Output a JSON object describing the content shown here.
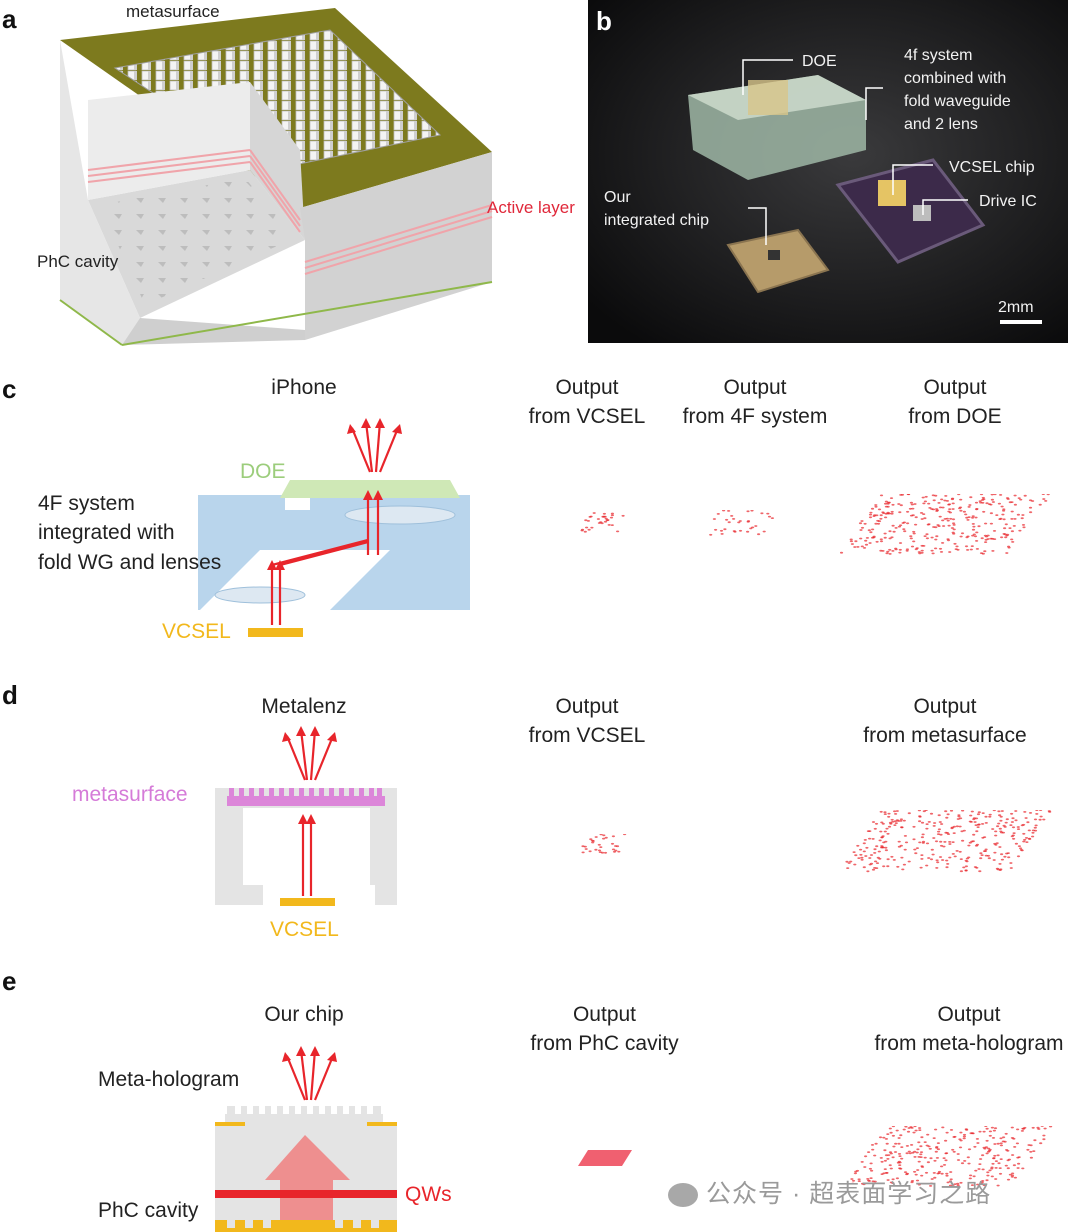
{
  "panels": {
    "a": "a",
    "b": "b",
    "c": "c",
    "d": "d",
    "e": "e"
  },
  "panel_a": {
    "metasurface": "metasurface",
    "active_layer": "Active layer",
    "phc_cavity": "PhC cavity"
  },
  "panel_b": {
    "doe": "DOE",
    "system_line1": "4f system",
    "system_line2": "combined with",
    "system_line3": "fold waveguide",
    "system_line4": "and 2 lens",
    "vcsel_chip": "VCSEL  chip",
    "drive_ic": "Drive IC",
    "our_chip_line1": "Our",
    "our_chip_line2": "integrated chip",
    "scale": "2mm"
  },
  "panel_c": {
    "title": "iPhone",
    "doe": "DOE",
    "system_line1": "4F system",
    "system_line2": "integrated with",
    "system_line3": "fold WG and  lenses",
    "vcsel": "VCSEL",
    "out1_line1": "Output",
    "out1_line2": "from VCSEL",
    "out2_line1": "Output",
    "out2_line2": "from 4F system",
    "out3_line1": "Output",
    "out3_line2": "from DOE"
  },
  "panel_d": {
    "title": "Metalenz",
    "metasurface": "metasurface",
    "vcsel": "VCSEL",
    "out1_line1": "Output",
    "out1_line2": "from VCSEL",
    "out2_line1": "Output",
    "out2_line2": "from metasurface"
  },
  "panel_e": {
    "title": "Our chip",
    "meta_hologram": "Meta-hologram",
    "phc_cavity": "PhC cavity",
    "qws": "QWs",
    "out1_line1": "Output",
    "out1_line2": "from PhC cavity",
    "out2_line1": "Output",
    "out2_line2": "from meta-hologram"
  },
  "watermark": "公众号 · 超表面学习之路",
  "colors": {
    "red": "#e8252b",
    "gold": "#f2b81c",
    "blue": "#b9d5ec",
    "green": "#cfe8b6",
    "pink": "#dc86d9",
    "olive": "#7d7a1e",
    "gray": "#e4e4e4",
    "label_red": "#e0283a",
    "doe_green": "#9ccd7c",
    "pink_label": "#d57bd8"
  }
}
